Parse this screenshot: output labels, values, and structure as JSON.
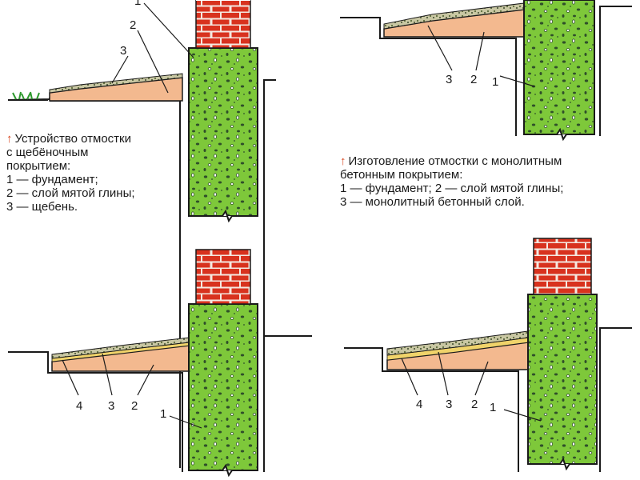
{
  "captions": {
    "a": {
      "arrow": "↑",
      "lines": [
        "Устройство отмостки",
        "с щебёночным",
        "покрытием:",
        "1 — фундамент;",
        "2 — слой мятой глины;",
        "3 — щебень."
      ]
    },
    "b": {
      "arrow": "↑",
      "lines": [
        "Изготовление отмостки с монолитным",
        "бетонным покрытием:",
        "1 — фундамент; 2 — слой мятой глины;",
        "3 — монолитный бетонный слой."
      ]
    }
  },
  "labels": {
    "a": [
      "1",
      "2",
      "3"
    ],
    "b": [
      "3",
      "2",
      "1"
    ],
    "c": [
      "4",
      "3",
      "2",
      "1"
    ],
    "d": [
      "4",
      "3",
      "2",
      "1"
    ]
  },
  "colors": {
    "brick": "#d8321e",
    "mortar": "#f4e8e0",
    "concrete": "#7ec83a",
    "clay": "#f3b98f",
    "gravel": "#a9b07e",
    "line": "#1a1a1a"
  }
}
